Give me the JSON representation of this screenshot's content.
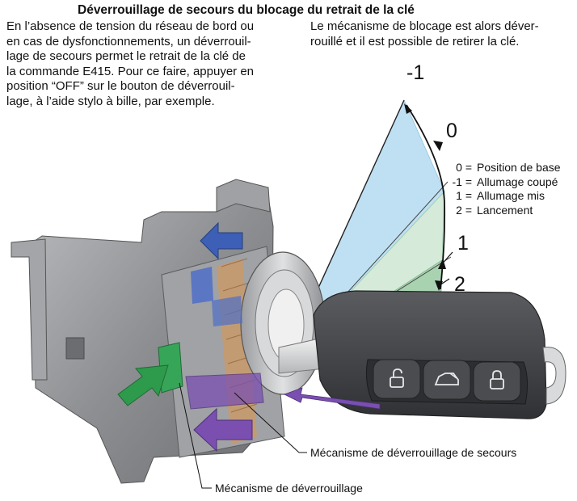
{
  "title": "Déverrouillage de secours du blocage du retrait de la clé",
  "intro_lines": [
    "En l’absence de tension du réseau de bord ou",
    "en cas de dysfonctionnements, un déverrouil-",
    "lage de secours permet le retrait de la clé de",
    "la commande E415. Pour ce faire, appuyer en",
    "position “OFF” sur le bouton de déverrouil-",
    "lage, à l’aide stylo à bille, par exemple."
  ],
  "result_lines": [
    "Le mécanisme de blocage est alors déver-",
    "rouillé et il est possible de retirer la clé."
  ],
  "positions": {
    "minus_one": "-1",
    "zero": "0",
    "one": "1",
    "two": "2"
  },
  "legend": [
    {
      "code": "0 =",
      "label": "Position de base"
    },
    {
      "code": "-1 =",
      "label": "Allumage coupé"
    },
    {
      "code": "1 =",
      "label": "Allumage mis"
    },
    {
      "code": "2 =",
      "label": "Lancement"
    }
  ],
  "callouts": {
    "emergency_release": "Mécanisme de déverrouillage de secours",
    "release": "Mécanisme de déverrouillage"
  },
  "colors": {
    "sector_blue": "#bfe0f2",
    "sector_green": "#cfe8d2",
    "arrow_blue": "#3d5fb5",
    "arrow_green": "#2e9a4c",
    "arrow_purple": "#7a4fb0",
    "housing_grey": "#8a8c8e",
    "key_dark": "#3b3d40"
  },
  "icons": [
    "lock-icon",
    "unlock-icon",
    "trunk-icon"
  ]
}
